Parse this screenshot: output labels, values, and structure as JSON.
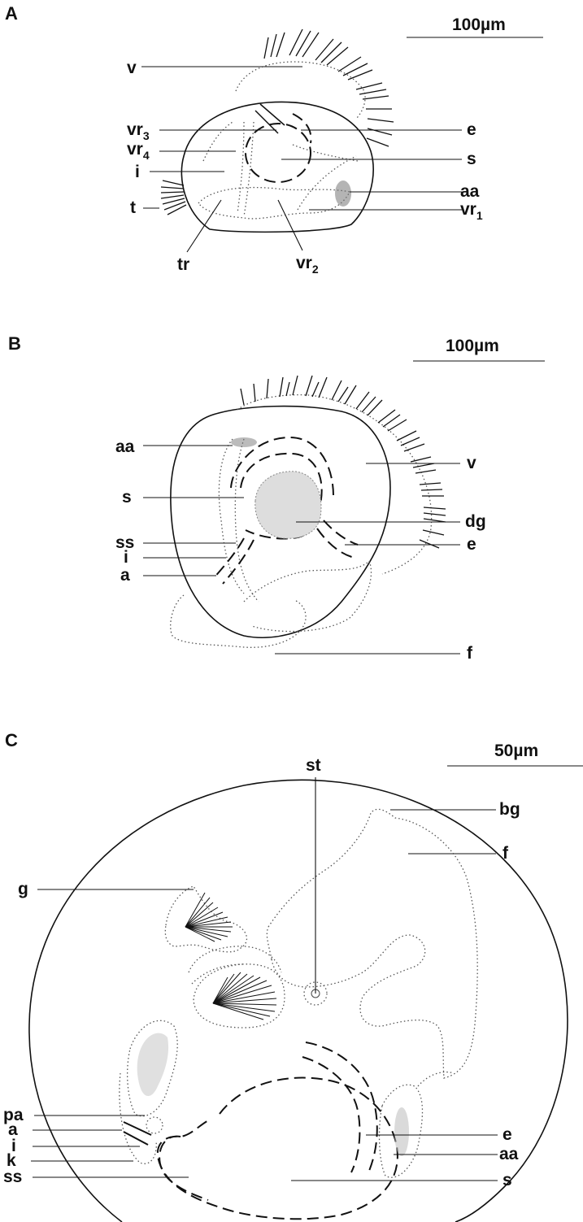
{
  "panels": [
    {
      "id": "A",
      "scale_bar": "100µm",
      "labels": {
        "v": "v",
        "vr3": {
          "base": "vr",
          "sub": "3"
        },
        "e": "e",
        "vr4": {
          "base": "vr",
          "sub": "4"
        },
        "s": "s",
        "i": "i",
        "aa": "aa",
        "t": "t",
        "vr1": {
          "base": "vr",
          "sub": "1"
        },
        "tr": "tr",
        "vr2": {
          "base": "vr",
          "sub": "2"
        }
      }
    },
    {
      "id": "B",
      "scale_bar": "100µm",
      "labels": {
        "aa": "aa",
        "v": "v",
        "s": "s",
        "dg": "dg",
        "ss": "ss",
        "e": "e",
        "i": "i",
        "a": "a",
        "f": "f"
      }
    },
    {
      "id": "C",
      "scale_bar": "50µm",
      "labels": {
        "st": "st",
        "bg": "bg",
        "f": "f",
        "g": "g",
        "pa": "pa",
        "a": "a",
        "e": "e",
        "i": "i",
        "k": "k",
        "aa": "aa",
        "ss": "ss",
        "s": "s"
      }
    }
  ]
}
